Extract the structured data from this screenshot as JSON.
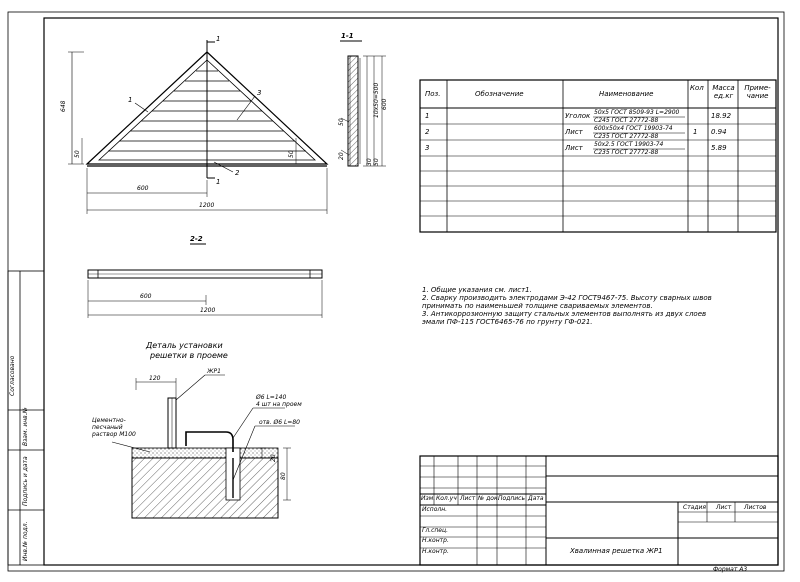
{
  "views": {
    "top_view": {
      "section_mark": "1",
      "callout_1": "1",
      "callout_2": "2",
      "callout_3": "3",
      "dim_height": "648",
      "dim_half": "600",
      "dim_total": "1200",
      "dim_side_1": "50",
      "dim_side_2": "50"
    },
    "section_1_1": {
      "title": "1-1",
      "dim_a": "10х50=500",
      "dim_b": "600",
      "dim_c": "30",
      "dim_d": "50",
      "dim_e": "50",
      "dim_f": "20"
    },
    "section_2_2": {
      "title": "2-2",
      "dim_600": "600",
      "dim_1200": "1200"
    },
    "detail": {
      "title_line1": "Деталь установки",
      "title_line2": "решетки в проеме",
      "part_mark": "ЖР1",
      "dim_120": "120",
      "rod_note1": "Ø6 L=140",
      "rod_note2": "4 шт на проем",
      "hole_note": "отв. Ø6 L=80",
      "mortar_line1": "Цементно-",
      "mortar_line2": "песчаный",
      "mortar_line3": "раствор М100",
      "dim_20": "20",
      "dim_80": "80"
    }
  },
  "spec_table": {
    "headers": {
      "pos": "Поз.",
      "designation": "Обозначение",
      "name": "Наименование",
      "qty": "Кол",
      "mass": "Масса ед.кг",
      "note": "Приме-чание"
    },
    "rows": [
      {
        "pos": "1",
        "type": "Уголок",
        "name1": "50х5 ГОСТ 8509-93 L=2900",
        "name2": "С245 ГОСТ 27772-88",
        "qty": "",
        "mass": "18.92"
      },
      {
        "pos": "2",
        "type": "Лист",
        "name1": "600х50х4 ГОСТ 19903-74",
        "name2": "С235 ГОСТ 27772-88",
        "qty": "1",
        "mass": "0.94"
      },
      {
        "pos": "3",
        "type": "Лист",
        "name1": "50х2.5 ГОСТ 19903-74",
        "name2": "С235 ГОСТ 27772-88",
        "qty": "",
        "mass": "5.89"
      }
    ]
  },
  "notes": [
    "1. Общие указания см. лист1.",
    "2. Сварку производить электродами Э-42 ГОСТ9467-75. Высоту сварных швов",
    "принимать по наименьшей толщине свариваемых элементов.",
    "3. Антикоррозионную защиту стальных элементов выполнять из двух слоев",
    "эмали ПФ-115 ГОСТ6465-76 по грунту ГФ-021."
  ],
  "title_block": {
    "col_izm": "Изм.",
    "col_kol": "Кол.уч",
    "col_list": "Лист",
    "col_ndok": "№ док.",
    "col_podp": "Подпись",
    "col_data": "Дата",
    "ispoln": "Исполн.",
    "glspec": "Гл.спец.",
    "nkontr": "Н.контр.",
    "nkontr2": "Н.контр.",
    "stadia": "Стадия",
    "list": "Лист",
    "listov": "Листов",
    "sheet_title": "Хвалинная решетка ЖР1",
    "format": "Формат А3"
  },
  "side_stamp": {
    "soglasovano": "Согласовано",
    "vzam_inv": "Взам. инв.№",
    "podp_data": "Подпись и дата",
    "inv_podl": "Инв.№ подл."
  }
}
